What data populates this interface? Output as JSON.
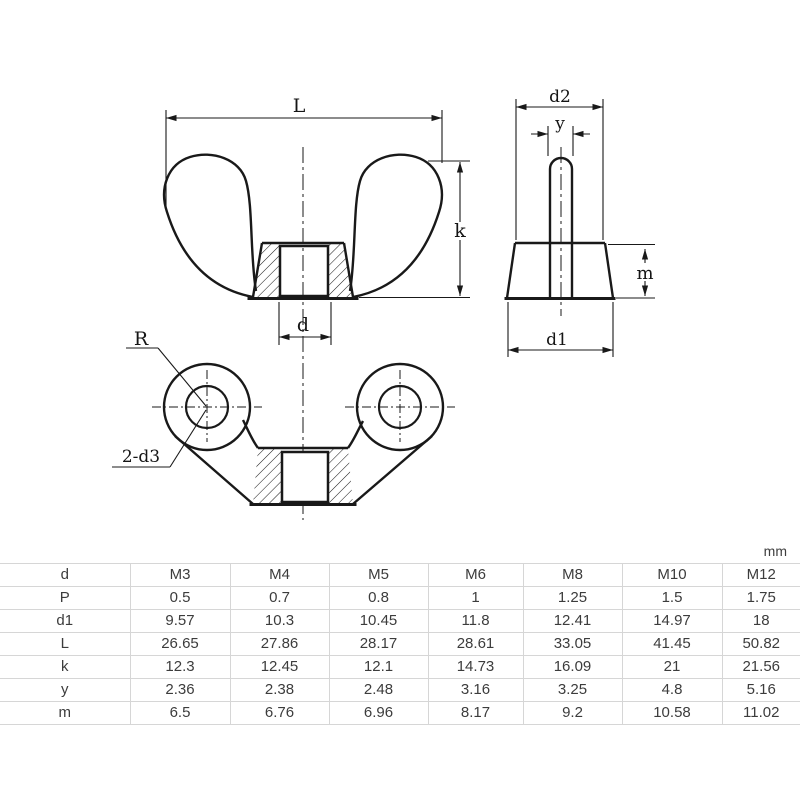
{
  "unit_label": "mm",
  "drawing": {
    "line_color": "#191919",
    "front_view": {
      "width_label": "L",
      "height_label": "k",
      "thread_label": "d"
    },
    "side_view": {
      "wing_span_label": "d2",
      "wing_thickness_label": "y",
      "base_height_label": "m",
      "base_diameter_label": "d1"
    },
    "plan_view": {
      "wing_radius_label": "R",
      "wing_holes_label": "2-d3"
    }
  },
  "table": {
    "rows": [
      {
        "label": "d",
        "values": [
          "M3",
          "M4",
          "M5",
          "M6",
          "M8",
          "M10",
          "M12"
        ]
      },
      {
        "label": "P",
        "values": [
          "0.5",
          "0.7",
          "0.8",
          "1",
          "1.25",
          "1.5",
          "1.75"
        ]
      },
      {
        "label": "d1",
        "values": [
          "9.57",
          "10.3",
          "10.45",
          "11.8",
          "12.41",
          "14.97",
          "18"
        ]
      },
      {
        "label": "L",
        "values": [
          "26.65",
          "27.86",
          "28.17",
          "28.61",
          "33.05",
          "41.45",
          "50.82"
        ]
      },
      {
        "label": "k",
        "values": [
          "12.3",
          "12.45",
          "12.1",
          "14.73",
          "16.09",
          "21",
          "21.56"
        ]
      },
      {
        "label": "y",
        "values": [
          "2.36",
          "2.38",
          "2.48",
          "3.16",
          "3.25",
          "4.8",
          "5.16"
        ]
      },
      {
        "label": "m",
        "values": [
          "6.5",
          "6.76",
          "6.96",
          "8.17",
          "9.2",
          "10.58",
          "11.02"
        ]
      }
    ]
  }
}
